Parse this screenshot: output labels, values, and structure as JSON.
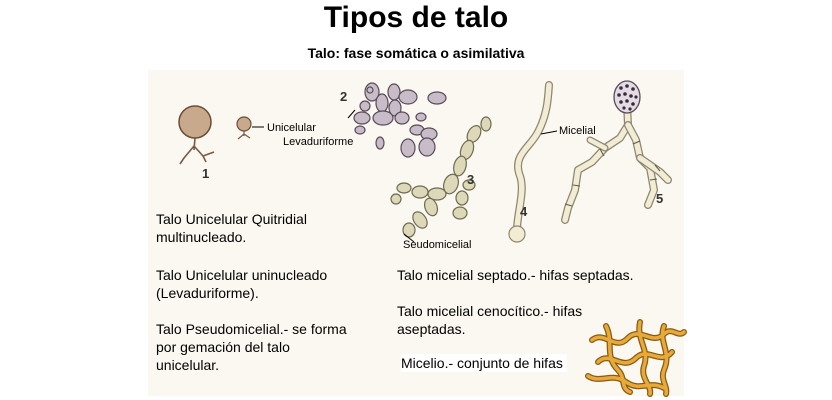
{
  "title": "Tipos de talo",
  "subtitle": "Talo: fase somática o asimilativa",
  "figure_labels": {
    "n1": "1",
    "n2": "2",
    "n3": "3",
    "n4": "4",
    "n5": "5",
    "unicelular": "Unicelular",
    "levaduriforme": "Levaduriforme",
    "seudomicelial": "Seudomicelial",
    "micelial": "Micelial"
  },
  "descriptions_left": [
    "Talo Unicelular Quitridial\nmultinucleado.",
    "Talo Unicelular uninucleado\n(Levaduriforme).",
    "Talo Pseudomicelial.- se forma\npor gemación del talo\nunicelular."
  ],
  "descriptions_right": [
    "Talo micelial septado.- hifas septadas.",
    "Talo micelial cenocítico.- hifas\naseptadas.",
    "Micelio.- conjunto de hifas"
  ],
  "colors": {
    "panel_bg": "#fbf8f1",
    "cell_fill": "#c8bcc8",
    "cell_stroke": "#5a4a58",
    "pseudo_fill": "#dcd8b8",
    "hypha_fill": "#f2ecd4",
    "mycelium": "#c9902a"
  }
}
